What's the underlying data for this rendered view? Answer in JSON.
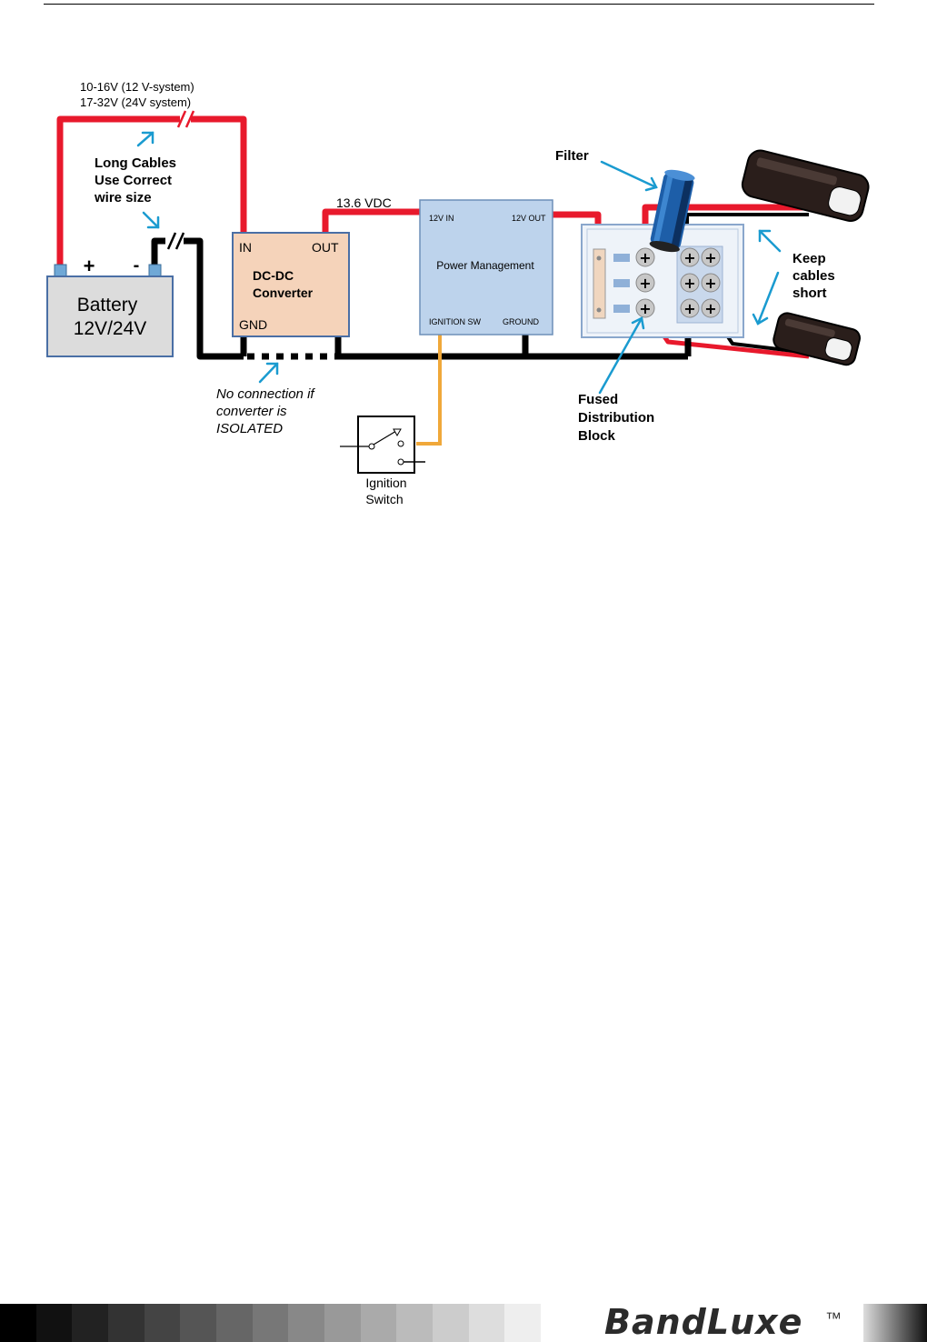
{
  "labels": {
    "voltage_line1": "10-16V (12 V-system)",
    "voltage_line2": "17-32V (24V system)",
    "long_cables_1": "Long Cables",
    "long_cables_2": "Use Correct",
    "long_cables_3": "wire size",
    "battery_plus": "+",
    "battery_minus": "-",
    "battery_1": "Battery",
    "battery_2": "12V/24V",
    "conv_in": "IN",
    "conv_out": "OUT",
    "conv_name_1": "DC-DC",
    "conv_name_2": "Converter",
    "conv_gnd": "GND",
    "vdc": "13.6 VDC",
    "pm_12v_in": "12V IN",
    "pm_12v_out": "12V OUT",
    "pm_name": "Power Management",
    "pm_ign": "IGNITION SW",
    "pm_ground": "GROUND",
    "filter": "Filter",
    "keep_1": "Keep",
    "keep_2": "cables",
    "keep_3": "short",
    "no_conn_1": "No connection if",
    "no_conn_2": "converter is",
    "no_conn_3": "ISOLATED",
    "fused_1": "Fused",
    "fused_2": "Distribution",
    "fused_3": "Block",
    "ign_1": "Ignition",
    "ign_2": "Switch"
  },
  "footer": {
    "logo": "BandLuxe",
    "trademark": "™"
  },
  "colors": {
    "wire_positive": "#e8192c",
    "wire_ground": "#000000",
    "wire_ignition": "#f0a83a",
    "arrow": "#1a9bd0",
    "converter_fill": "#f5d3ba",
    "pm_fill": "#bdd3ec",
    "battery_fill": "#dcdcdc"
  },
  "footer_gradient": [
    "#000000",
    "#111111",
    "#222222",
    "#333333",
    "#444444",
    "#555555",
    "#666666",
    "#777777",
    "#888888",
    "#999999",
    "#aaaaaa",
    "#bbbbbb",
    "#cccccc",
    "#dddddd",
    "#eeeeee"
  ]
}
